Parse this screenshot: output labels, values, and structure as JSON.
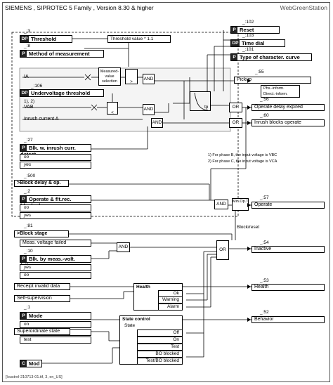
{
  "header": {
    "title": "SIEMENS , SIPROTEC 5 Family , Version 8.30 & higher",
    "brand": "WebGreenStation"
  },
  "params": {
    "threshold": {
      "num": "_:3",
      "tag": "DP",
      "label": "Threshold"
    },
    "method": {
      "num": "_:8",
      "tag": "P",
      "label": "Method of measurement"
    },
    "undervoltage": {
      "num": "_:106",
      "tag": "DP",
      "label": "Undervoltage threshold"
    },
    "blk_inrush": {
      "num": "_:27",
      "tag": "P",
      "label": "Blk. w. inrush curr. detect.",
      "options": [
        "no",
        "yes"
      ]
    },
    "block_delay": {
      "num": "_:500",
      "label": ">Block delay & op."
    },
    "operate_flt": {
      "num": "_:2",
      "tag": "P",
      "label": "Operate & flt.rec. blocked",
      "options": [
        "no",
        "yes"
      ]
    },
    "reset": {
      "num": "_:102",
      "tag": "P",
      "label": "Reset"
    },
    "time_dial": {
      "num": "_:103",
      "tag": "DP",
      "label": "Time dial"
    },
    "char_curve": {
      "num": "_:101",
      "tag": "P",
      "label": "Type of character. curve"
    },
    "block_stage": {
      "num": "_:81",
      "label": ">Block stage"
    },
    "blk_meas_volt": {
      "num": "_:10",
      "tag": "P",
      "label": "Blk. by meas.-volt. failure",
      "options": [
        "yes",
        "no"
      ]
    },
    "mode": {
      "num": "_:1",
      "tag": "P",
      "label": "Mode",
      "options": [
        "on",
        "off",
        "test"
      ]
    },
    "mod": {
      "tag": "C",
      "label": "Mod"
    }
  },
  "inputs": {
    "ia": "IA",
    "vab": "VAB",
    "vab_sup": "1), 2)",
    "inrush": "Inrush current A",
    "meas_voltage_failed": "Meas. voltage failed",
    "receipt_invalid": "Receipt invalid data",
    "self_supervision": "Self-supervision",
    "superordinate": "Superordinate state"
  },
  "blocks": {
    "measured_value": "Measured-value selection",
    "threshold_value": "Threshold value * 1.1",
    "and": "AND",
    "or": "OR",
    "min_op": "Min.Op.T",
    "phs_inform": "Phs.-inform.",
    "direct_inform": "Direct.-inform.",
    "block_reset": "Block/reset",
    "gt": ">",
    "lt": "<",
    "tp": "tp"
  },
  "health": {
    "title": "Health",
    "rows": [
      "Ok",
      "Warning",
      "Alarm"
    ]
  },
  "state_control": {
    "title": "State control",
    "subtitle": "State",
    "rows": [
      "Off",
      "On",
      "Test",
      "BO blocked",
      "Test/BO blocked"
    ]
  },
  "outputs": {
    "pickup": {
      "num": "_:55",
      "label": "Pickup"
    },
    "operate_delay": {
      "num": "_:56",
      "label": "Operate delay expired"
    },
    "inrush_blocks": {
      "num": "_:60",
      "label": "Inrush blocks operate"
    },
    "operate": {
      "num": "_:57",
      "label": "Operate"
    },
    "inactive": {
      "num": "_:54",
      "label": "Inactive"
    },
    "health": {
      "num": "_:53",
      "label": "Health"
    },
    "behavior": {
      "num": "_:52",
      "label": "Behavior"
    }
  },
  "notes": [
    "1)  For phase B, the input voltage is VBC",
    "2)  For phase C, the input voltage is VCA"
  ],
  "footer": "[loustrel-210713-01.tif, 3, en_US]"
}
